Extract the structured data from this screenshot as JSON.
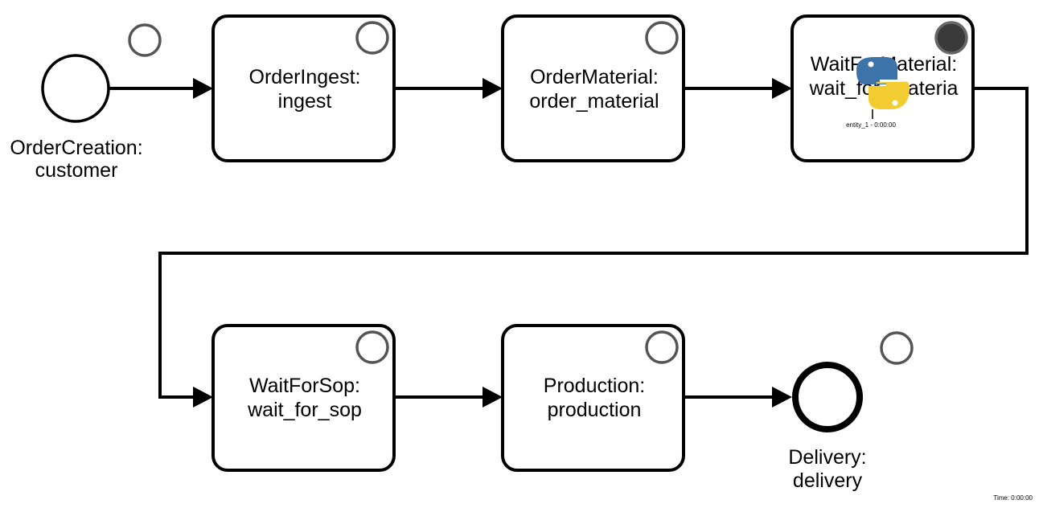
{
  "nodes": {
    "order_creation": {
      "line1": "OrderCreation:",
      "line2": "customer"
    },
    "order_ingest": {
      "line1": "OrderIngest:",
      "line2": "ingest"
    },
    "order_material": {
      "line1": "OrderMaterial:",
      "line2": "order_material"
    },
    "wait_for_material": {
      "line1": "WaitForMaterial:",
      "line2": "wait_for_materia",
      "entity_label": "entity_1 - 0:00:00"
    },
    "wait_for_sop": {
      "line1": "WaitForSop:",
      "line2": "wait_for_sop"
    },
    "production": {
      "line1": "Production:",
      "line2": "production"
    },
    "delivery": {
      "line1": "Delivery:",
      "line2": "delivery"
    }
  },
  "time_label": "Time:  0:00:00",
  "colors": {
    "stroke": "#000000",
    "indicator_active": "#3a3a3a",
    "python_blue": "#3c73a8",
    "python_yellow": "#f2cc30"
  },
  "icons": {
    "entity": "python-logo-icon"
  }
}
